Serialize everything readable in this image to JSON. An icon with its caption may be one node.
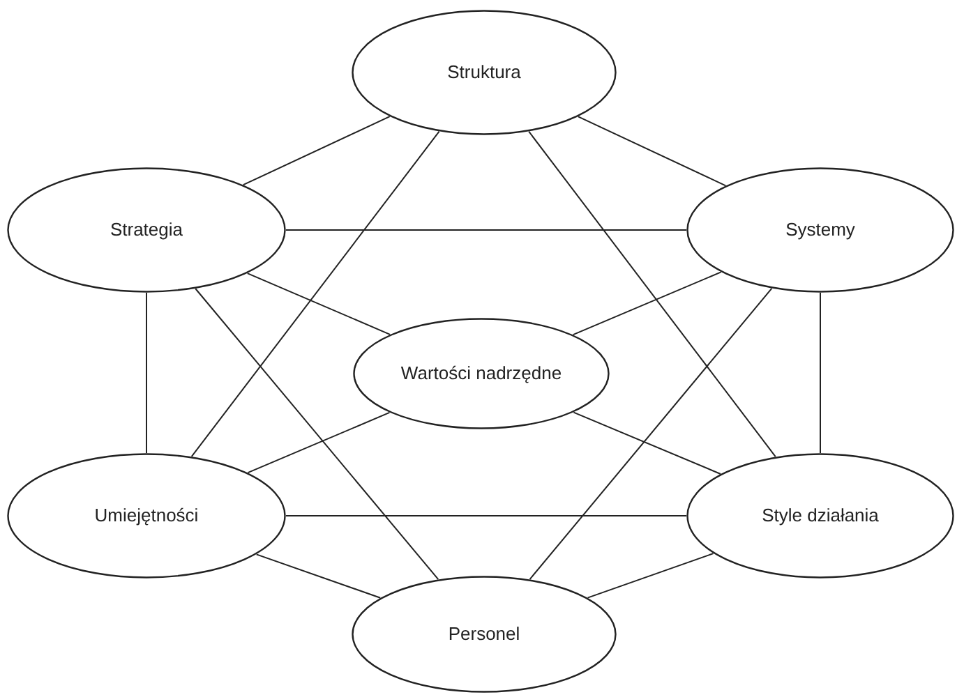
{
  "diagram": {
    "nodes": [
      {
        "text": [
          "Struktura"
        ]
      },
      {
        "text": [
          "Strategia"
        ]
      },
      {
        "text": [
          "Systemy"
        ]
      },
      {
        "text": [
          "Wartości nadrzędne"
        ]
      },
      {
        "text": [
          "Umiejętności"
        ]
      },
      {
        "text": [
          "Style działania"
        ]
      },
      {
        "text": [
          "Personel"
        ]
      }
    ],
    "edges": [
      {
        "from": 0,
        "to": 1,
        "arrow": "none"
      },
      {
        "from": 0,
        "to": 2,
        "arrow": "none"
      },
      {
        "from": 0,
        "to": 4,
        "arrow": "none"
      },
      {
        "from": 0,
        "to": 5,
        "arrow": "none"
      },
      {
        "from": 1,
        "to": 2,
        "arrow": "none"
      },
      {
        "from": 1,
        "to": 3,
        "arrow": "none"
      },
      {
        "from": 1,
        "to": 4,
        "arrow": "none"
      },
      {
        "from": 1,
        "to": 6,
        "arrow": "none"
      },
      {
        "from": 2,
        "to": 3,
        "arrow": "none"
      },
      {
        "from": 2,
        "to": 5,
        "arrow": "none"
      },
      {
        "from": 2,
        "to": 6,
        "arrow": "none"
      },
      {
        "from": 3,
        "to": 4,
        "arrow": "none"
      },
      {
        "from": 3,
        "to": 5,
        "arrow": "none"
      },
      {
        "from": 4,
        "to": 5,
        "arrow": "none"
      },
      {
        "from": 4,
        "to": 6,
        "arrow": "none"
      },
      {
        "from": 5,
        "to": 6,
        "arrow": "none"
      }
    ]
  }
}
